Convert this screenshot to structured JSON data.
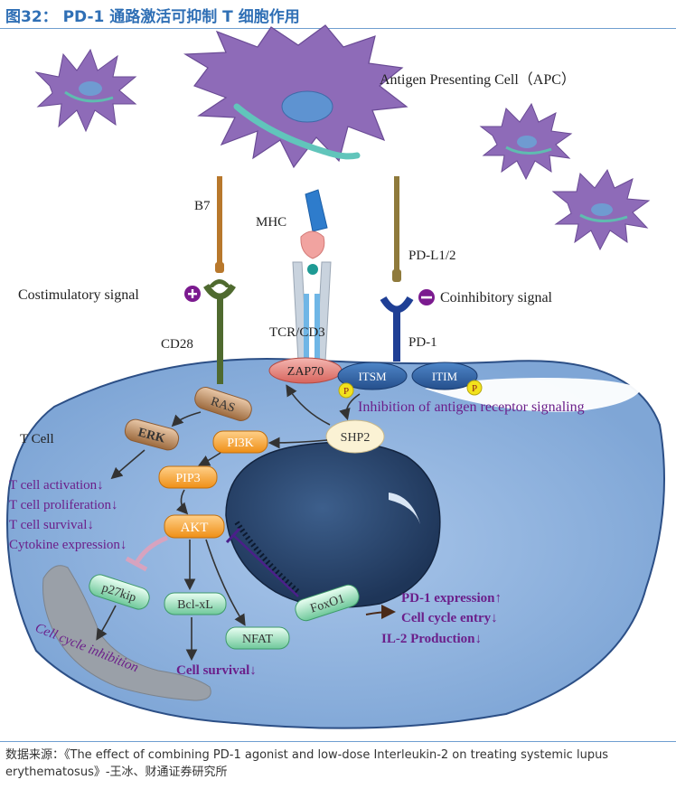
{
  "header": {
    "title": "图32：  PD-1 通路激活可抑制 T 细胞作用"
  },
  "diagram": {
    "apc_label": "Antigen Presenting Cell（APC）",
    "ligands": {
      "b7": "B7",
      "mhc": "MHC",
      "pdl": "PD-L1/2"
    },
    "receptors": {
      "cd28": "CD28",
      "tcr": "TCR/CD3",
      "pd1": "PD-1"
    },
    "signals": {
      "costim": "Costimulatory signal",
      "coinhib": "Coinhibitory signal"
    },
    "cell_label": "T  Cell",
    "nodes": {
      "zap70": "ZAP70",
      "itsm": "ITSM",
      "itim": "ITIM",
      "p": "P",
      "shp2": "SHP2",
      "ras": "RAS",
      "erk": "ERK",
      "pi3k": "PI3K",
      "pip3": "PIP3",
      "akt": "AKT",
      "p27kip": "p27kip",
      "bclxl": "Bcl-xL",
      "nfat": "NFAT",
      "foxo1": "FoxO1"
    },
    "inhibition_text": "Inhibition of antigen receptor signaling",
    "outcomes_left": [
      "T cell activation↓",
      "T cell proliferation↓",
      "T cell survival↓",
      "Cytokine expression↓"
    ],
    "outcomes_right": [
      "PD-1 expression↑",
      "Cell cycle entry↓",
      "IL-2 Production↓"
    ],
    "cell_survival": "Cell survival↓",
    "cell_cycle_inhibition": "Cell cycle inhibition"
  },
  "footer": {
    "source": "数据来源：《The effect of combining PD-1 agonist and low-dose Interleukin-2 on treating systemic lupus erythematosus》-王冰、财通证券研究所"
  }
}
